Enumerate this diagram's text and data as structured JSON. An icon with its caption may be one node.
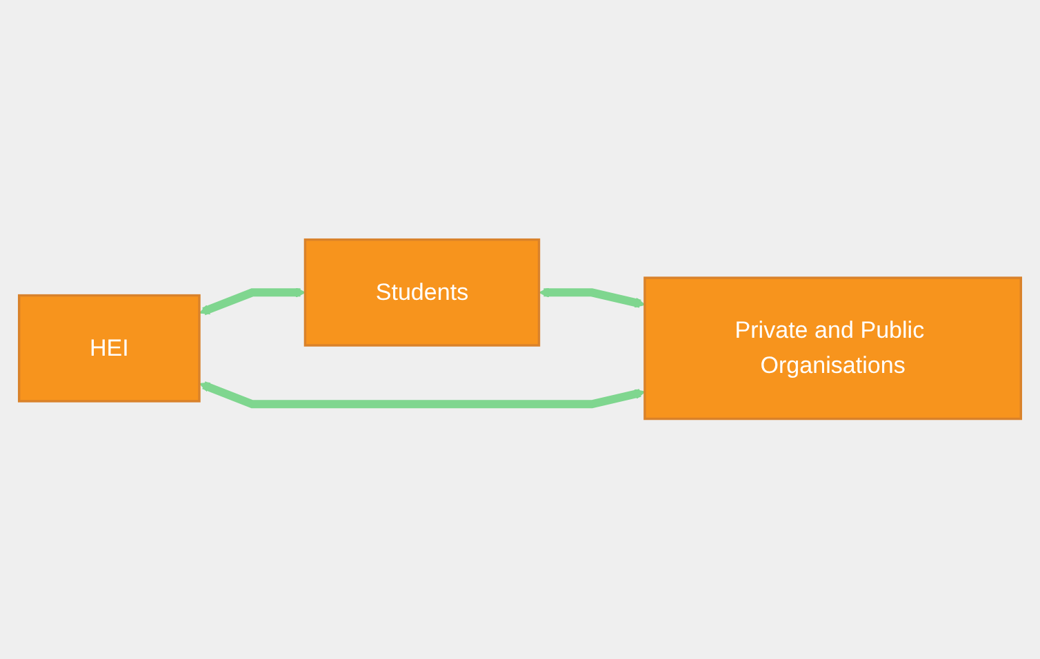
{
  "diagram": {
    "nodes": [
      {
        "text": [
          "Students"
        ]
      },
      {
        "text": [
          "HEI"
        ]
      },
      {
        "text": [
          "Private and Public Organisations"
        ]
      }
    ],
    "edges": [
      {
        "from": 1,
        "to": 0,
        "arrow": "both"
      },
      {
        "from": 0,
        "to": 2,
        "arrow": "both"
      },
      {
        "from": 1,
        "to": 2,
        "arrow": "both"
      }
    ]
  }
}
